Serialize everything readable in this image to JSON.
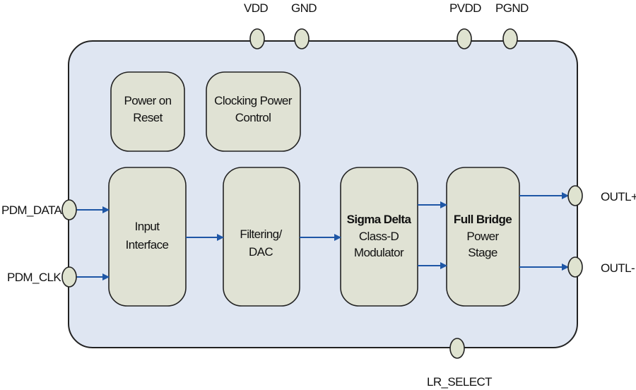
{
  "colors": {
    "chip_fill": "#dfe6f2",
    "block_fill": "#e0e2d4",
    "pin_fill": "#dfe3d0",
    "arrow": "#1e56a6",
    "outline": "#222222"
  },
  "pins": {
    "vdd": "VDD",
    "gnd": "GND",
    "pvdd": "PVDD",
    "pgnd": "PGND",
    "pdm_data": "PDM_DATA",
    "pdm_clk": "PDM_CLK",
    "outl_plus": "OUTL+",
    "outl_minus": "OUTL-",
    "lr_select": "LR_SELECT"
  },
  "blocks": {
    "power_on_reset": [
      "Power on",
      "Reset"
    ],
    "clocking_power_control": [
      "Clocking Power",
      "Control"
    ],
    "input_interface": [
      "Input",
      "Interface"
    ],
    "filtering_dac": [
      "Filtering/",
      "DAC"
    ],
    "sigma_delta": [
      "Sigma Delta",
      "Class-D",
      "Modulator"
    ],
    "full_bridge": [
      "Full Bridge",
      "Power",
      "Stage"
    ]
  }
}
